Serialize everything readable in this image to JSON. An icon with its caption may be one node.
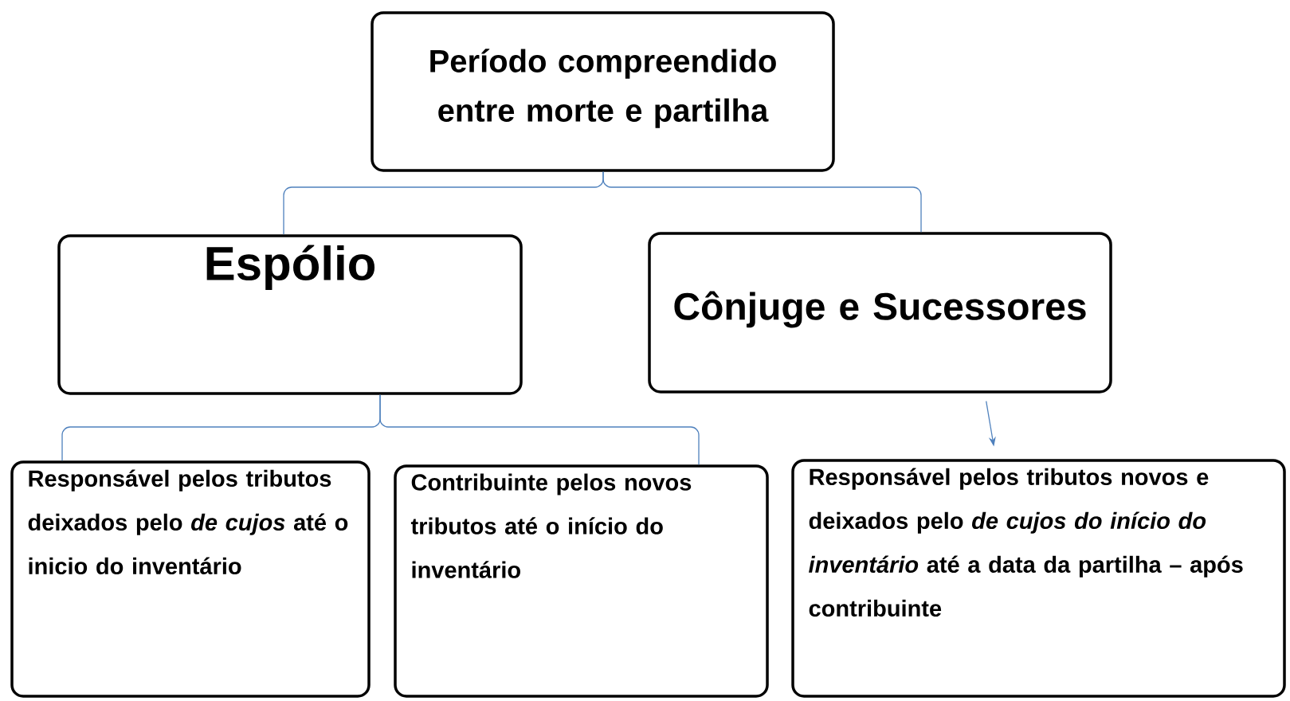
{
  "diagram": {
    "nodes": [
      {
        "text": [
          "Período compreendido entre morte e partilha"
        ]
      },
      {
        "text": [
          "Espólio"
        ]
      },
      {
        "text": [
          "Cônjuge e Sucessores"
        ]
      },
      {
        "text": [
          "Responsável pelos tributos deixados pelo *de cujos* até o inicio do inventário"
        ]
      },
      {
        "text": [
          "Contribuinte pelos novos tributos até o início do inventário"
        ]
      },
      {
        "text": [
          "Responsável pelos tributos novos e deixados pelo *de cujos do início do inventário* até a data da partilha – após contribuinte"
        ]
      }
    ],
    "edges": [
      {
        "from": 0,
        "to": 1,
        "arrow": "none"
      },
      {
        "from": 0,
        "to": 2,
        "arrow": "none"
      },
      {
        "from": 1,
        "to": 3,
        "arrow": "none"
      },
      {
        "from": 1,
        "to": 4,
        "arrow": "none"
      },
      {
        "from": 2,
        "to": 5,
        "arrow": "to"
      }
    ]
  }
}
